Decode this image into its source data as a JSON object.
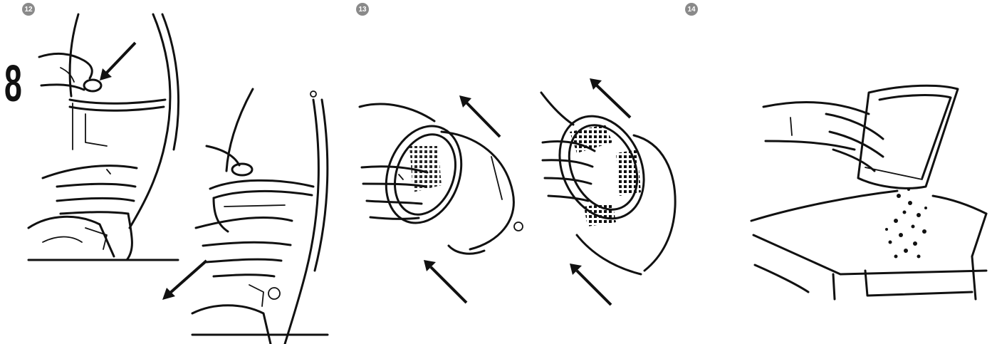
{
  "steps": [
    {
      "number": "12"
    },
    {
      "number": "13"
    },
    {
      "number": "14"
    }
  ],
  "figure_label": "8",
  "colors": {
    "line": "#111111",
    "badge": "#8a8a8a",
    "background": "#ffffff"
  }
}
